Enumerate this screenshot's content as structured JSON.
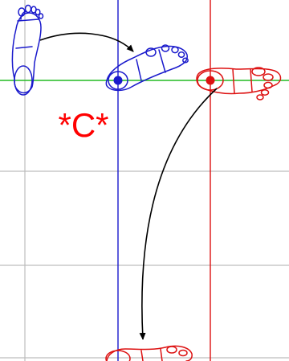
{
  "label": "*C*",
  "colors": {
    "grid": "#bdbdbd",
    "horizon": "#22bb22",
    "blue": "#1a1acc",
    "red": "#dd1111",
    "arrow": "#000000",
    "label": "#ff0000",
    "background": "#ffffff"
  },
  "elements": {
    "foot_1": "foot-icon",
    "foot_2": "foot-icon",
    "foot_3": "foot-icon",
    "foot_4": "foot-icon",
    "arrow_1": "curved-arrow",
    "arrow_2": "curved-arrow"
  }
}
